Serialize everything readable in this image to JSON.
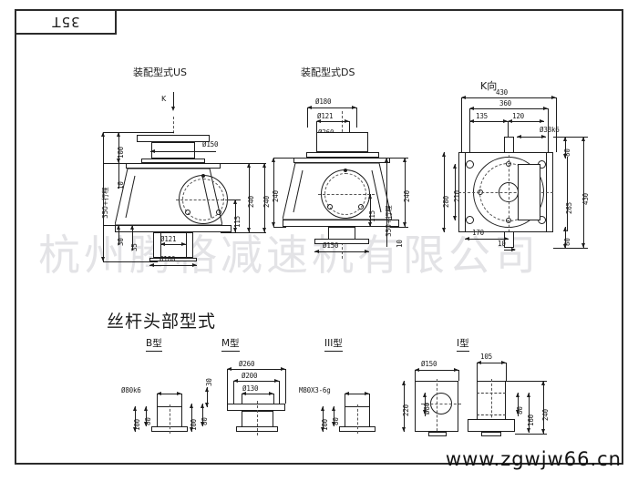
{
  "sheet": {
    "title_block": "35T",
    "watermark": "杭州腾格减速机有限公司",
    "url": "www.zgwjw66.cn"
  },
  "views": {
    "us": {
      "title": "装配型式US",
      "arrow_label": "K",
      "dims": {
        "total_height": "350+行程",
        "top_plate": "100",
        "flange_gap": "10",
        "base_a": "30",
        "base_b": "35",
        "bore_small": "Ø121",
        "bore_large": "Ø180",
        "shaft_top": "Ø150",
        "body_height": "240",
        "body_mid": "115",
        "overall_right": "240"
      }
    },
    "ds": {
      "title": "装配型式DS",
      "dims": {
        "top_outer": "Ø180",
        "top_inner": "Ø121",
        "plate": "Ø260",
        "bottom_shaft": "Ø150",
        "body_height": "240",
        "body_mid": "115",
        "total_height": "350+行程",
        "flange_gap": "10",
        "overall_right": "240"
      }
    },
    "k": {
      "title": "K向",
      "dims": {
        "width_outer": "430",
        "width_inner": "360",
        "left_offset": "135",
        "mid_offset": "120",
        "shaft": "Ø38k6",
        "height_outer": "430",
        "height_mid": "265",
        "height_flange": "280",
        "bolt_circle": "210",
        "top_stub": "80",
        "bottom_stub": "80",
        "base_width": "170",
        "stub_width": "10"
      }
    }
  },
  "screw_heads": {
    "section_title": "丝杆头部型式",
    "types": [
      {
        "name": "B型",
        "dims": {
          "shaft": "Ø80k6",
          "len_a": "100",
          "len_b": "80"
        }
      },
      {
        "name": "M型",
        "dims": {
          "flange_outer": "Ø260",
          "bolt_circle": "Ø200",
          "bore": "Ø130",
          "thickness": "30",
          "len_a": "100",
          "len_b": "80"
        }
      },
      {
        "name": "III型",
        "dims": {
          "thread": "M80X3-6g",
          "len_a": "100",
          "len_b": "80"
        }
      },
      {
        "name": "I型",
        "dims": {
          "width": "Ø150",
          "bore": "Ø80",
          "height": "220",
          "side_width": "105",
          "side_a": "80",
          "side_b": "160",
          "side_c": "240"
        }
      }
    ]
  }
}
